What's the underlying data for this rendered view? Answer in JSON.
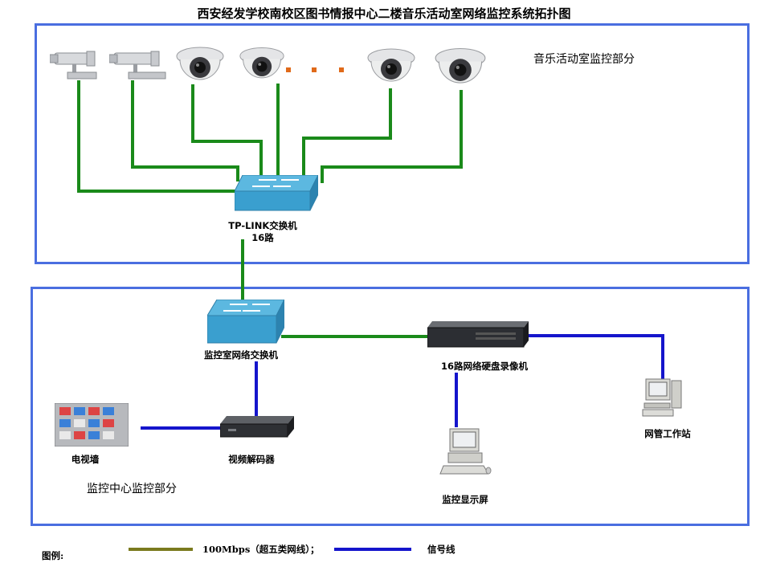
{
  "title": "西安经发学校南校区图书情报中心二楼音乐活动室网络监控系统拓扑图",
  "top_section": {
    "label": "音乐活动室监控部分",
    "ellipsis": "· · ·",
    "switch_label_line1": "TP-LINK交换机",
    "switch_label_line2": "16路"
  },
  "bottom_section": {
    "label": "监控中心监控部分",
    "control_switch_label": "监控室网络交换机",
    "nvr_label": "16路网络硬盘录像机",
    "workstation_label": "网管工作站",
    "tv_wall_label": "电视墙",
    "decoder_label": "视频解码器",
    "monitor_label": "监控显示屏"
  },
  "legend": {
    "title": "图例:",
    "line1_text": "100Mbps（超五类网线）；",
    "line1_color": "#7a7a1e",
    "line2_text": "信号线",
    "line2_color": "#1515cc"
  },
  "colors": {
    "network_line": "#1a8a1a",
    "signal_line": "#1515cc",
    "box_border": "#4a6ee0"
  }
}
